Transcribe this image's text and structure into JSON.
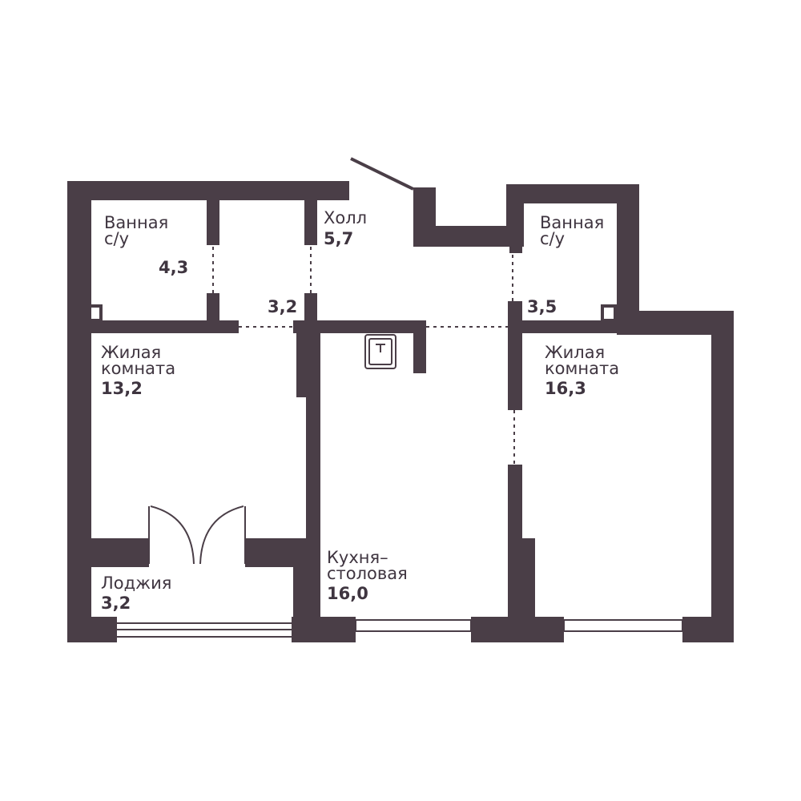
{
  "colors": {
    "wall": "#4a3e47",
    "text": "#3f3540",
    "background": "#ffffff"
  },
  "rooms": {
    "bath_left": {
      "name": "Ванная\nс/у",
      "area": "4,3"
    },
    "hall": {
      "name": "Холл",
      "area": "5,7"
    },
    "bath_right": {
      "name": "Ванная\nс/у",
      "area": "3,5"
    },
    "corridor": {
      "area": "3,2"
    },
    "living_left": {
      "name": "Жилая\nкомната",
      "area": "13,2"
    },
    "living_right": {
      "name": "Жилая\nкомната",
      "area": "16,3"
    },
    "kitchen": {
      "name": "Кухня–\nстоловая",
      "area": "16,0"
    },
    "loggia": {
      "name": "Лоджия",
      "area": "3,2"
    }
  }
}
